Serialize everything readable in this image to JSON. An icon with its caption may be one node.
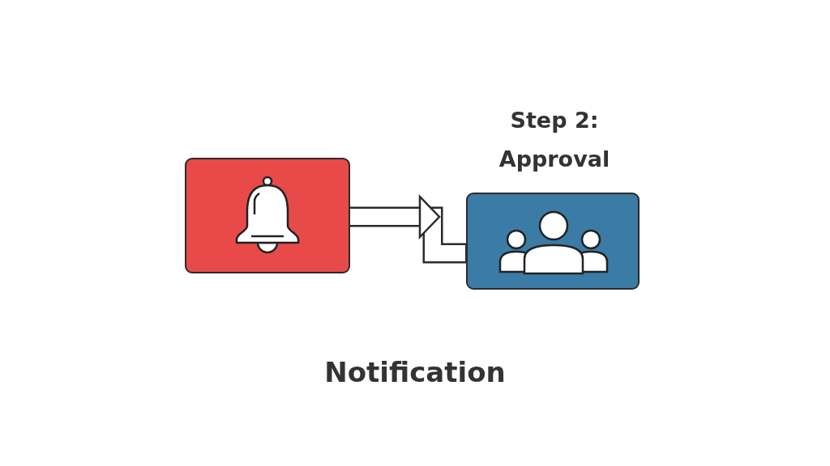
{
  "diagram": {
    "nodes": [
      {
        "text": [],
        "shape": "box"
      },
      {
        "text": [
          "Step 2: Approval"
        ]
      }
    ],
    "edges": [
      {
        "from": 0,
        "to": 1,
        "arrow": "to"
      }
    ],
    "labels": [
      "Notification"
    ]
  }
}
